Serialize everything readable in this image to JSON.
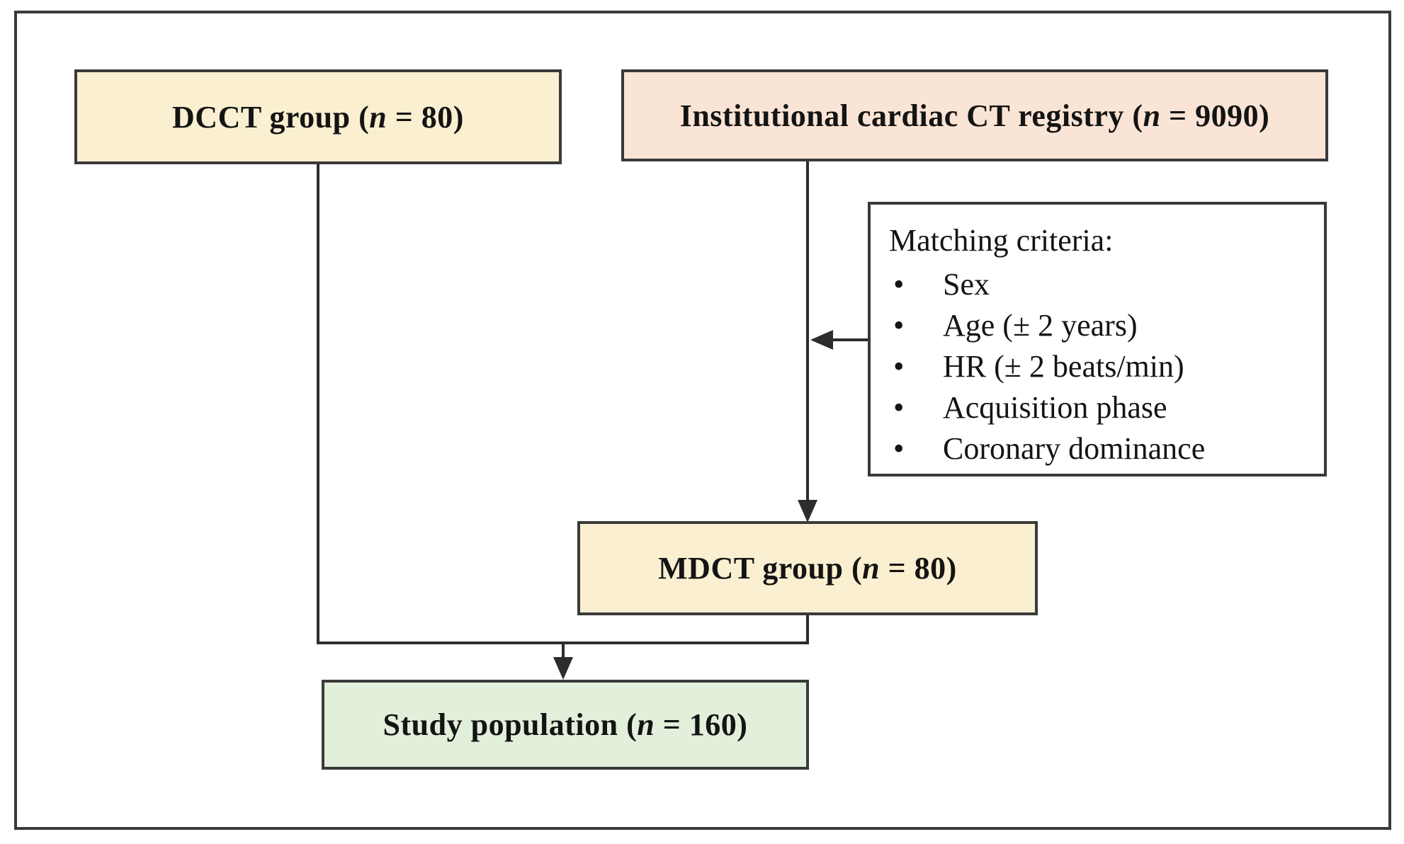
{
  "diagram": {
    "boxes": {
      "dcct": {
        "prefix": "DCCT group (",
        "n_var": "n",
        "suffix": " = 80)"
      },
      "registry": {
        "prefix": "Institutional cardiac CT registry (",
        "n_var": "n",
        "suffix": " = 9090)"
      },
      "mdct": {
        "prefix": "MDCT group (",
        "n_var": "n",
        "suffix": " = 80)"
      },
      "study": {
        "prefix": "Study population (",
        "n_var": "n",
        "suffix": " = 160)"
      }
    },
    "matching": {
      "title": "Matching criteria:",
      "bullet_glyph": "•",
      "items": [
        "Sex",
        "Age (± 2 years)",
        "HR (± 2 beats/min)",
        "Acquisition phase",
        "Coronary dominance"
      ]
    },
    "colors": {
      "box_yellow": "#FAF0D1",
      "box_pink": "#FAE4D5",
      "box_green": "#E2EFDA",
      "border": "#3A3A3A",
      "line": "#2D2D2D"
    }
  }
}
